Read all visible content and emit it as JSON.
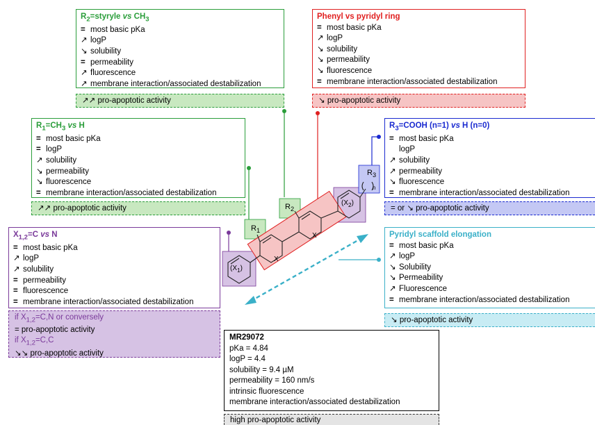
{
  "colors": {
    "green": "#2a9d3a",
    "red": "#e02020",
    "blue": "#1a2ad0",
    "purple": "#7a3a9a",
    "teal": "#3ab0c8",
    "greenFill": "#c8e8c0",
    "redFill": "#f6c4c4",
    "blueFill": "#c4c8f4",
    "purpleFill": "#d6c2e4",
    "tealFill": "#c8ecf4"
  },
  "boxes": {
    "r2": {
      "title_html": "R<sub>2</sub>=styryle <i>vs</i> CH<sub>3</sub>",
      "lines": [
        [
          "=",
          "most basic pKa"
        ],
        [
          "↗",
          "logP"
        ],
        [
          "↘",
          "solubility"
        ],
        [
          "=",
          "permeability"
        ],
        [
          "↗",
          "fluorescence"
        ],
        [
          "↗",
          "membrane interaction/associated destabilization"
        ]
      ],
      "activity": "↗↗ pro-apoptotic activity"
    },
    "phenyl": {
      "title": "Phenyl vs pyridyl ring",
      "lines": [
        [
          "=",
          "most basic pKa"
        ],
        [
          "↗",
          "logP"
        ],
        [
          "↘",
          "solubility"
        ],
        [
          "↘",
          "permeability"
        ],
        [
          "↘",
          "fluorescence"
        ],
        [
          "=",
          "membrane interaction/associated destabilization"
        ]
      ],
      "activity": "↘ pro-apoptotic activity"
    },
    "r1": {
      "title_html": "R<sub>1</sub>=CH<sub>3</sub> <i>vs</i> H",
      "lines": [
        [
          "=",
          "most basic pKa"
        ],
        [
          "=",
          "logP"
        ],
        [
          "↗",
          "solubility"
        ],
        [
          "↘",
          "permeability"
        ],
        [
          "↘",
          "fluorescence"
        ],
        [
          "=",
          "membrane interaction/associated destabilization"
        ]
      ],
      "activity": "↗↗ pro-apoptotic activity"
    },
    "r3": {
      "title_html": "R<sub>3</sub>=COOH (n=1) <i>vs</i> H (n=0)",
      "lines": [
        [
          "=",
          "most basic pKa"
        ],
        [
          "",
          "logP"
        ],
        [
          "↗",
          "solubility"
        ],
        [
          "↗",
          "permeability"
        ],
        [
          "↘",
          "fluorescence"
        ],
        [
          "=",
          "membrane interaction/associated destabilization"
        ]
      ],
      "activity": "= or ↘ pro-apoptotic activity"
    },
    "x12": {
      "title_html": "X<sub>1,2</sub>=C <i>vs</i> N",
      "lines": [
        [
          "=",
          "most basic pKa"
        ],
        [
          "↗",
          "logP"
        ],
        [
          "↗",
          "solubility"
        ],
        [
          "=",
          "permeability"
        ],
        [
          "=",
          "fluorescence"
        ],
        [
          "=",
          "membrane interaction/associated destabilization"
        ]
      ],
      "act1_html": "if X<sub>1,2</sub>=C,N or conversely",
      "act2": "= pro-apoptotic activity",
      "act3_html": "if X<sub>1,2</sub>=C,C",
      "act4": "↘↘ pro-apoptotic activity"
    },
    "pyridyl": {
      "title": "Pyridyl scaffold elongation",
      "lines": [
        [
          "=",
          "most basic pKa"
        ],
        [
          "↗",
          "logP"
        ],
        [
          "↘",
          "Solubility"
        ],
        [
          "↘",
          "Permeability"
        ],
        [
          "↗",
          "Fluorescence"
        ],
        [
          "=",
          "membrane interaction/associated destabilization"
        ]
      ],
      "activity": "↘ pro-apoptotic activity"
    },
    "mr": {
      "title": "MR29072",
      "lines": [
        "pKa = 4.84",
        "logP = 4.4",
        "solubility = 9.4 µM",
        "permeability = 160 nm/s",
        "intrinsic fluorescence",
        "membrane interaction/associated destabilization"
      ],
      "activity": "high pro-apoptotic activity"
    }
  },
  "molecule": {
    "r1_html": "R<sub>1</sub>",
    "r2_html": "R<sub>2</sub>",
    "r3_html": "R<sub>3</sub>",
    "x1_html": "(X<sub>1</sub>)",
    "x2_html": "(X<sub>2</sub>)",
    "x": "X",
    "n": "n"
  }
}
